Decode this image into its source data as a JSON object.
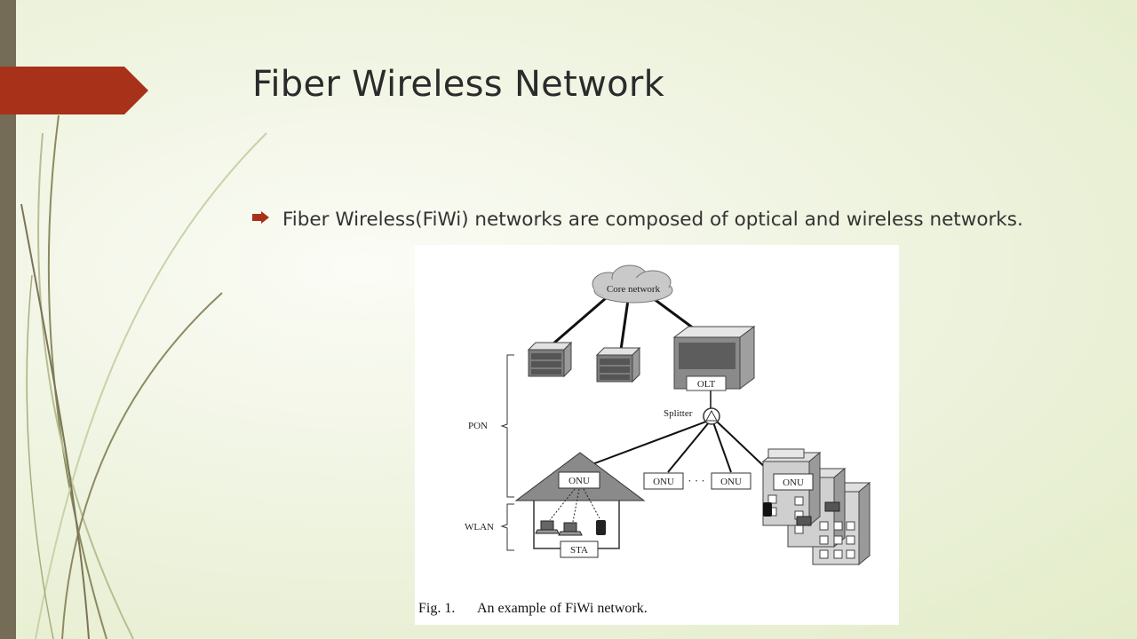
{
  "slide": {
    "title": "Fiber Wireless Network",
    "bullets": [
      "Fiber Wireless(FiWi) networks are composed of optical and wireless networks."
    ],
    "bullet_icon": "arrow-bullet-icon",
    "accent_color": "#a8311a",
    "bar_color": "#756c57"
  },
  "figure": {
    "core_network": "Core network",
    "olt": "OLT",
    "splitter": "Splitter",
    "pon": "PON",
    "wlan": "WLAN",
    "onu_house": "ONU",
    "onu_mid_left": "ONU",
    "ellipsis": "· · ·",
    "onu_mid_right": "ONU",
    "onu_building": "ONU",
    "sta": "STA",
    "caption_number": "Fig. 1.",
    "caption_text": "An example of FiWi network."
  }
}
